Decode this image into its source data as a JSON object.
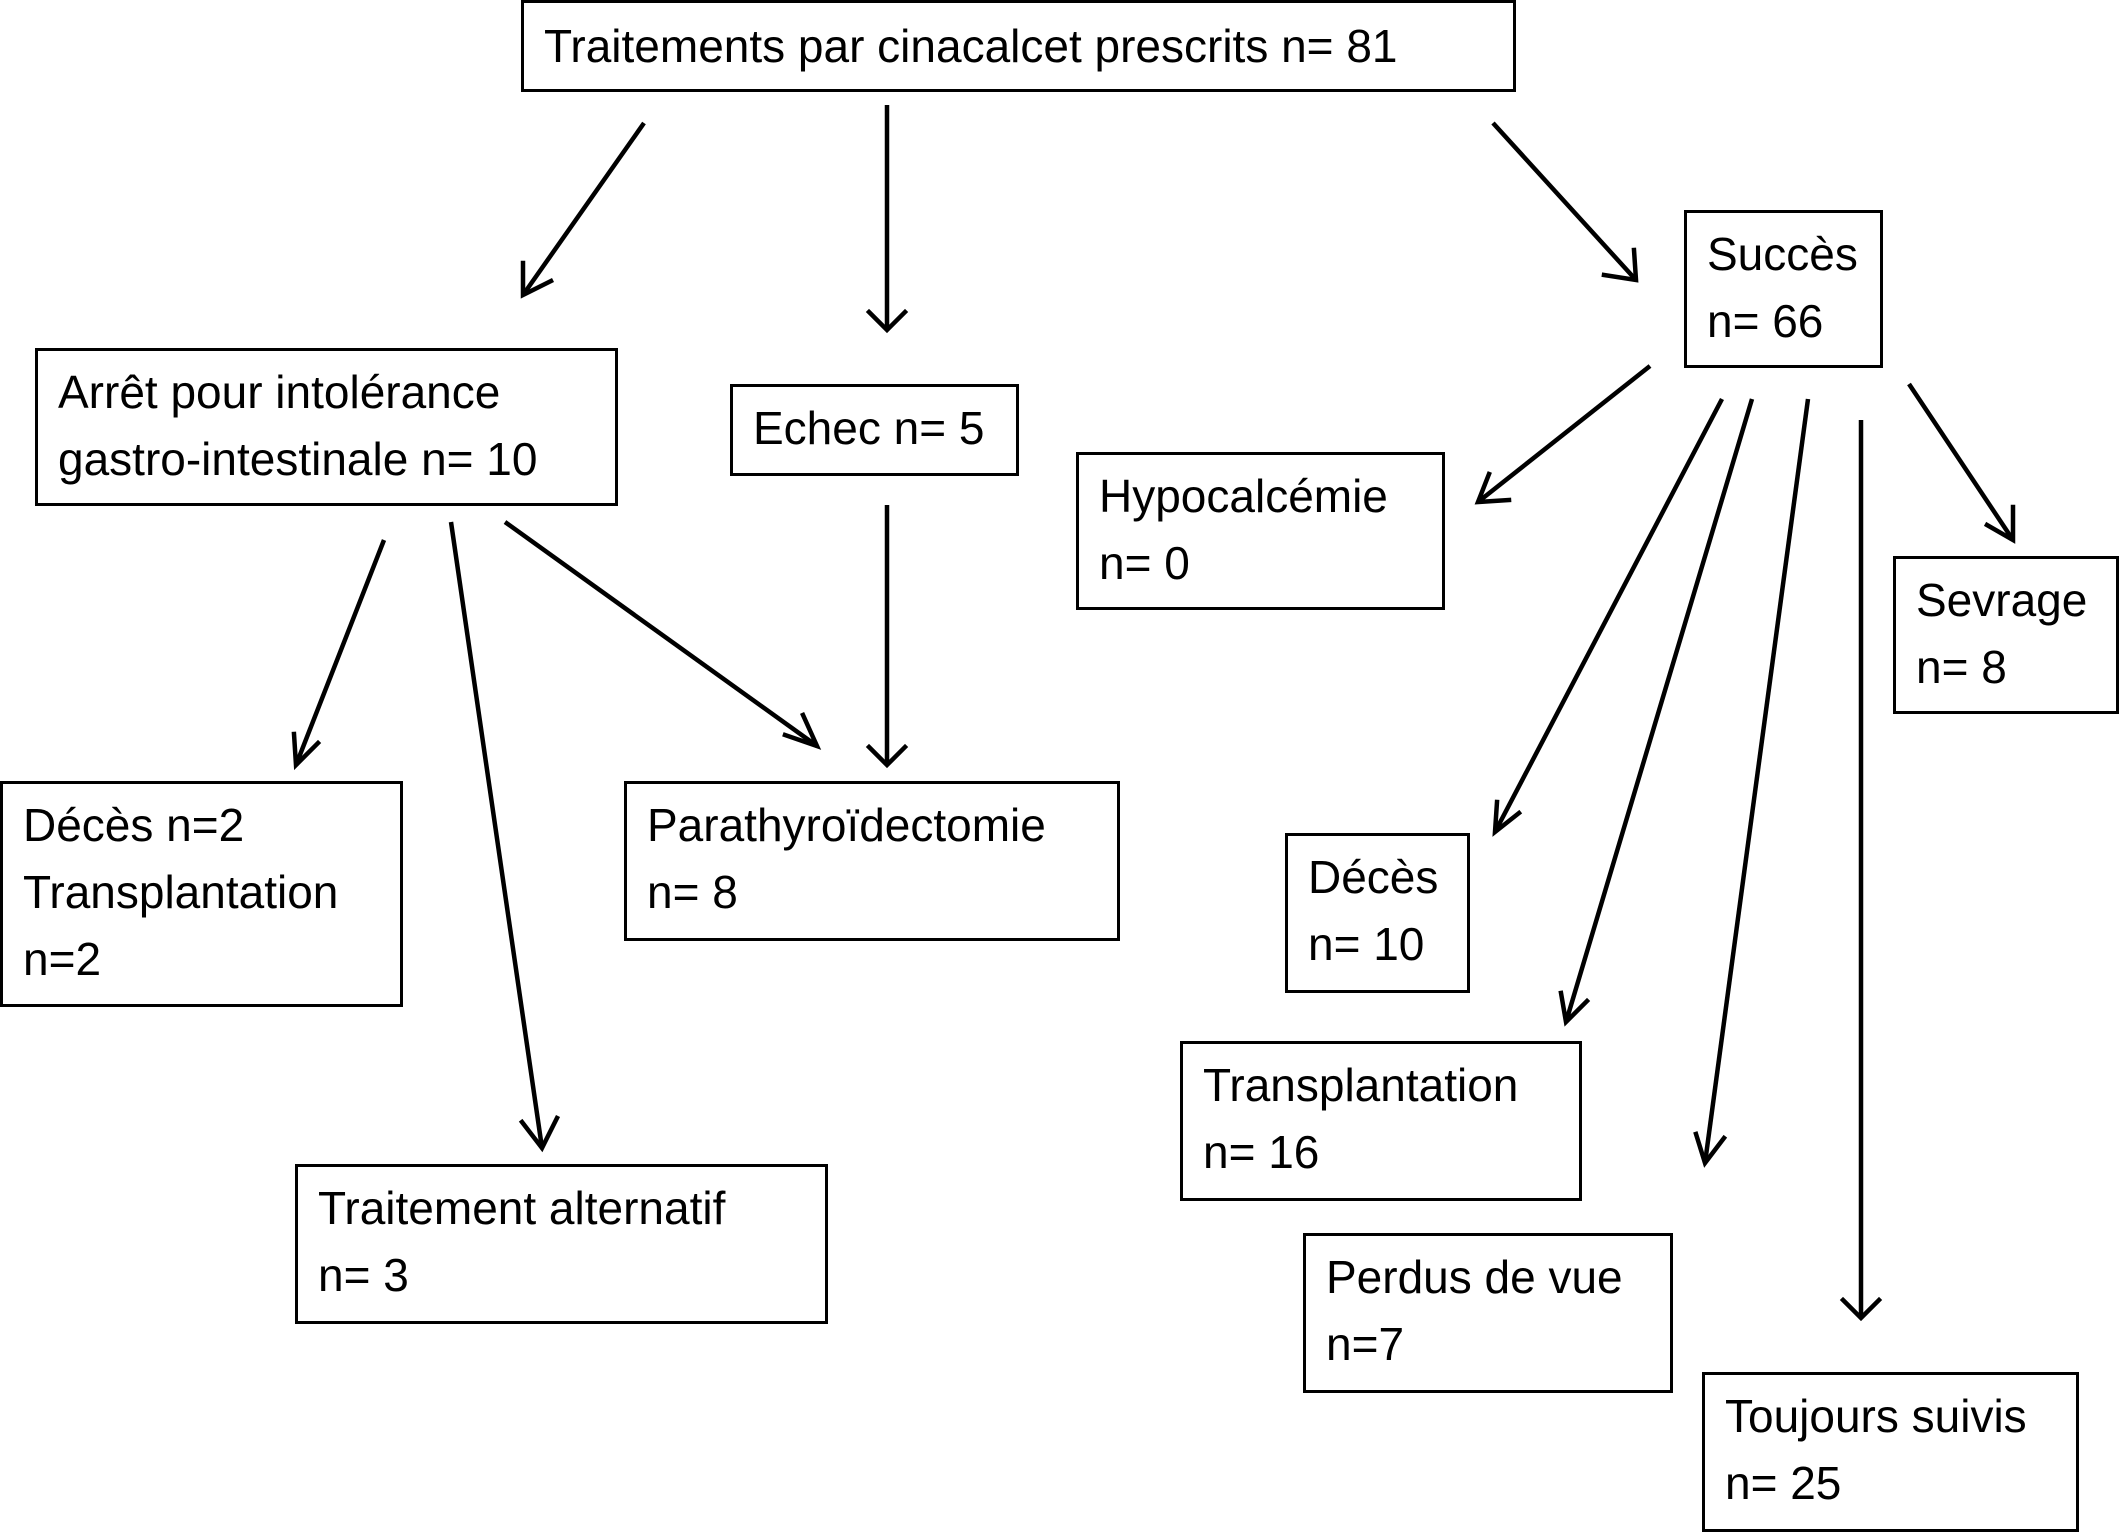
{
  "diagram": {
    "root": {
      "lines": [
        "Traitements par cinacalcet prescrits n= 81"
      ]
    },
    "arret": {
      "lines": [
        "Arrêt pour intolérance",
        "gastro-intestinale n= 10"
      ]
    },
    "echec": {
      "lines": [
        "Echec n= 5"
      ]
    },
    "succes": {
      "lines": [
        "Succès",
        "n= 66"
      ]
    },
    "hypocalcemie": {
      "lines": [
        "Hypocalcémie",
        "n= 0"
      ]
    },
    "sevrage": {
      "lines": [
        "Sevrage",
        "n= 8"
      ]
    },
    "deces_transplantation": {
      "lines": [
        "Décès n=2",
        "Transplantation",
        "n=2"
      ]
    },
    "parathyroidectomie": {
      "lines": [
        "Parathyroïdectomie",
        "n= 8"
      ]
    },
    "traitement_alternatif": {
      "lines": [
        "Traitement  alternatif",
        "n= 3"
      ]
    },
    "deces": {
      "lines": [
        "Décès",
        "n= 10"
      ]
    },
    "transplantation": {
      "lines": [
        "Transplantation",
        "n= 16"
      ]
    },
    "perdus_de_vue": {
      "lines": [
        "Perdus de vue",
        "n=7"
      ]
    },
    "toujours_suivis": {
      "lines": [
        "Toujours suivis",
        "n= 25"
      ]
    }
  }
}
